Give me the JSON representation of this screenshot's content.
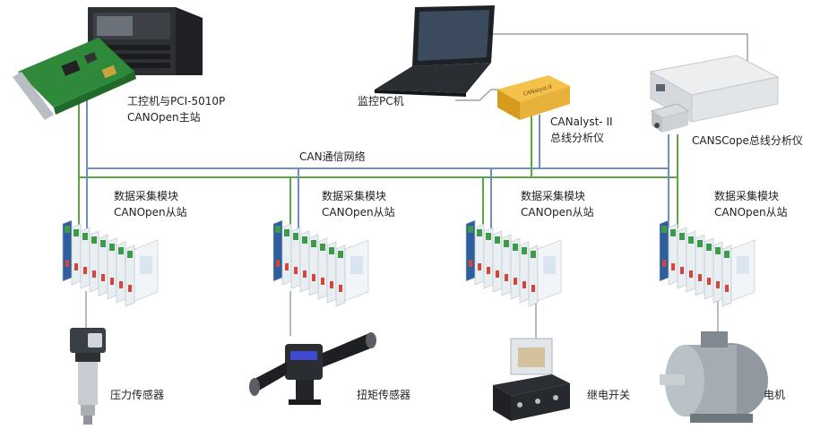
{
  "labels": {
    "ipc_line1": "工控机与PCI-5010P",
    "ipc_line2": "CANOpen主站",
    "monitor_pc": "监控PC机",
    "canalyst_line1": "CANalyst- II",
    "canalyst_line2": "总线分析仪",
    "canscope": "CANSCope总线分析仪",
    "bus": "CAN通信网络",
    "module_title": "数据采集模块",
    "module_sub": "CANOpen从站",
    "sensor_pressure": "压力传感器",
    "sensor_torque": "扭矩传感器",
    "relay": "继电开关",
    "motor": "电机",
    "device_brand": "CANalyst-II"
  },
  "colors": {
    "bus_green": "#5aa845",
    "bus_blue": "#6f8fc2",
    "wire_grey": "#9aa3ad",
    "module_body": "#e8eef2",
    "module_green": "#3d9a4a",
    "module_blue": "#2f5e9e"
  }
}
